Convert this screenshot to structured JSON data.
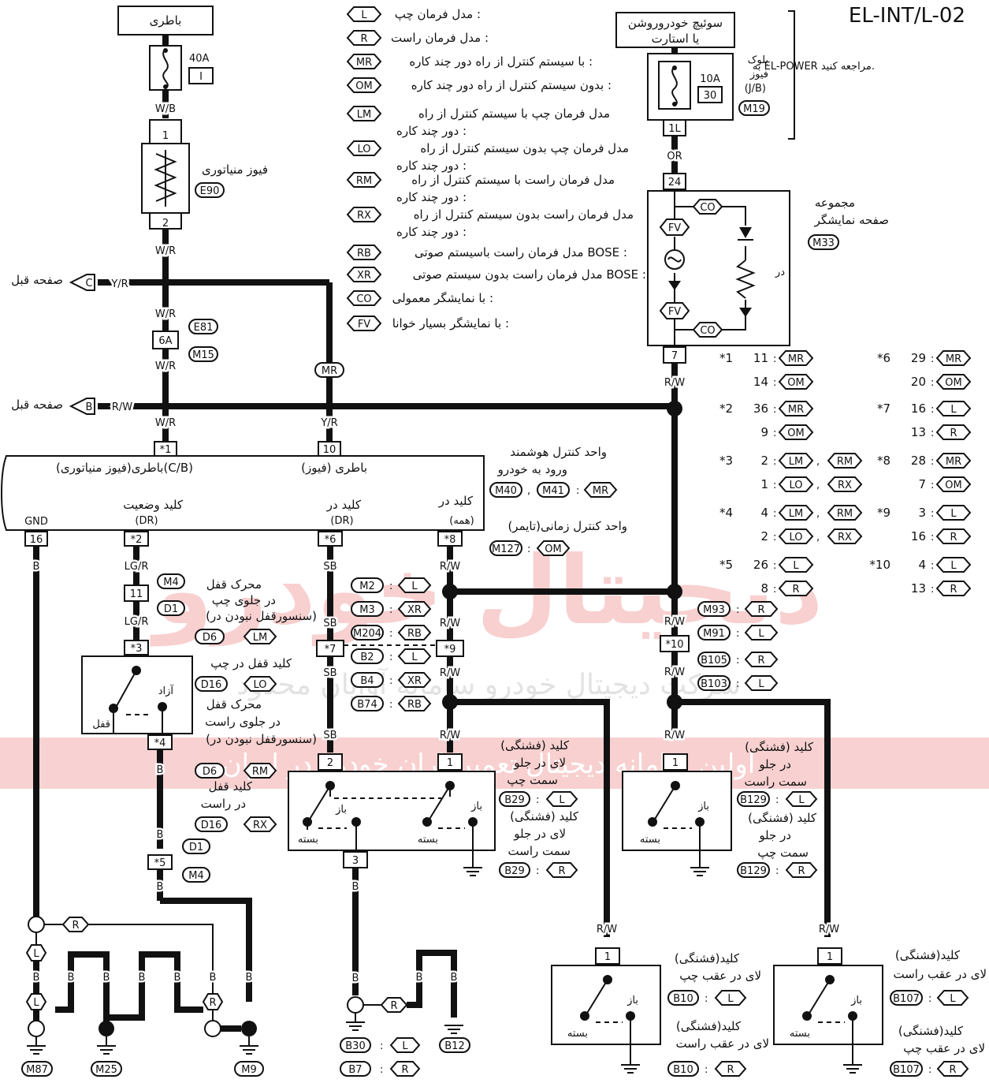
{
  "header": {
    "page_code": "EL-INT/L-02",
    "el_power_ref": "به EL-POWER مراجعه کنید."
  },
  "colors": {
    "wire": "#111111",
    "watermark": "#e03030",
    "watermark_gray": "#b0b0b0"
  },
  "watermark": {
    "line1": "دیجیتال خودرو",
    "line2": "شرکت دیجیتال خودرو سامانه آوایان محدود",
    "line3": "اولین سامانه دیجیتال تعمیرکاران خودرو در ایران"
  },
  "legend": [
    {
      "tag": "L",
      "text": "مدل فرمان چپ :"
    },
    {
      "tag": "R",
      "text": "مدل فرمان راست :"
    },
    {
      "tag": "MR",
      "text": "با سیستم کنترل از راه دور چند کاره :"
    },
    {
      "tag": "OM",
      "text": "بدون سیستم کنترل از راه دور چند کاره :"
    },
    {
      "tag": "LM",
      "text": "مدل فرمان چپ با سیستم کنترل از راه",
      "text2": "دور چند کاره :"
    },
    {
      "tag": "LO",
      "text": "مدل فرمان چپ بدون سیستم کنترل از راه",
      "text2": "دور چند کاره :"
    },
    {
      "tag": "RM",
      "text": "مدل فرمان راست با سیستم کنترل از راه",
      "text2": "دور چند کاره :"
    },
    {
      "tag": "RX",
      "text": "مدل فرمان راست بدون سیستم کنترل از راه",
      "text2": "دور چند کاره :"
    },
    {
      "tag": "RB",
      "text": "مدل فرمان راست باسیستم صوتی BOSE :"
    },
    {
      "tag": "XR",
      "text": "مدل فرمان راست بدون سیستم صوتی BOSE :"
    },
    {
      "tag": "CO",
      "text": "با نمایشگر معمولی :"
    },
    {
      "tag": "FV",
      "text": "با نمایشگر بسیار خوانا :"
    }
  ],
  "battery": {
    "label": "باطری",
    "fuse_amp": "40A",
    "fuse_no": "I",
    "wire": "W/B"
  },
  "fusible_link": {
    "label": "فیوز منیاتوری",
    "conn": "E90",
    "pin_top": "1",
    "pin_bottom": "2",
    "wire": "W/R"
  },
  "ignition": {
    "label1": "سوئیچ خودروروشن",
    "label2": "یا استارت",
    "block1": "بلوک",
    "block2": "فیوز",
    "block3": "(J/B)",
    "conn": "M19",
    "fuse_amp": "10A",
    "fuse_no": "30",
    "pin": "1L",
    "wire": "OR"
  },
  "combination_meter": {
    "label1": "مجموعه",
    "label2": "صفحه نمایشگر",
    "conn": "M33",
    "pin_top": "24",
    "pin_bottom": "7",
    "door": "در",
    "co": "CO",
    "fv": "FV",
    "wire": "R/W"
  },
  "prev_page": "صفحه قبل",
  "conn_c": "C",
  "conn_b": "B",
  "wires": {
    "YR": "Y/R",
    "WR": "W/R",
    "RW": "R/W",
    "LGR": "LG/R",
    "SB": "SB",
    "B": "B",
    "R": "R",
    "L": "L",
    "MR": "MR"
  },
  "fuse_6a": {
    "pin": "6A",
    "conn1": "E81",
    "conn2": "M15"
  },
  "star_table": [
    {
      "id": "*1",
      "rows": [
        {
          "n": "11",
          "tag": "MR"
        },
        {
          "n": "14",
          "tag": "OM"
        }
      ]
    },
    {
      "id": "*2",
      "rows": [
        {
          "n": "36",
          "tag": "MR"
        },
        {
          "n": "9",
          "tag": "OM"
        }
      ]
    },
    {
      "id": "*3",
      "rows": [
        {
          "n": "2",
          "tag": "LM",
          "tag2": "RM"
        },
        {
          "n": "1",
          "tag": "LO",
          "tag2": "RX"
        }
      ]
    },
    {
      "id": "*4",
      "rows": [
        {
          "n": "4",
          "tag": "LM",
          "tag2": "RM"
        },
        {
          "n": "2",
          "tag": "LO",
          "tag2": "RX"
        }
      ]
    },
    {
      "id": "*5",
      "rows": [
        {
          "n": "26",
          "tag": "L"
        },
        {
          "n": "8",
          "tag": "R"
        }
      ]
    },
    {
      "id": "*6",
      "rows": [
        {
          "n": "29",
          "tag": "MR"
        },
        {
          "n": "20",
          "tag": "OM"
        }
      ]
    },
    {
      "id": "*7",
      "rows": [
        {
          "n": "16",
          "tag": "L"
        },
        {
          "n": "13",
          "tag": "R"
        }
      ]
    },
    {
      "id": "*8",
      "rows": [
        {
          "n": "28",
          "tag": "MR"
        },
        {
          "n": "7",
          "tag": "OM"
        }
      ]
    },
    {
      "id": "*9",
      "rows": [
        {
          "n": "3",
          "tag": "L"
        },
        {
          "n": "16",
          "tag": "R"
        }
      ]
    },
    {
      "id": "*10",
      "rows": [
        {
          "n": "4",
          "tag": "L"
        },
        {
          "n": "13",
          "tag": "R"
        }
      ]
    }
  ],
  "control_unit": {
    "title1": "واحد کنترل هوشمند",
    "title2": "ورود به خودرو",
    "conn1": "M40",
    "conn2": "M41",
    "tag1": "MR",
    "timer": "واحد کنترل زمانی(تایمر)",
    "conn3": "M127",
    "tag3": "OM",
    "bat_cb": "باطری(فیوز منیاتوری)(C/B)",
    "bat_fuse": "باطری (فیوز)",
    "pin_star1": "*1",
    "pin_10": "10",
    "pin_16": "16",
    "pin_star2": "*2",
    "pin_star6": "*6",
    "pin_star8": "*8",
    "gnd": "GND",
    "lock_state": "کلید وضعیت",
    "dr1": "(DR)",
    "door_sw": "کلید در",
    "dr2": "(DR)",
    "door_all": "کلید در",
    "all": "(همه)"
  },
  "left_actuator": {
    "m4": "M4",
    "d1": "D1",
    "pin11": "11",
    "t1": "محرک قفل",
    "t2": "در جلوی چپ",
    "t3": "(سنسورقفل نبودن در)",
    "d6": "D6",
    "lm": "LM",
    "star3": "*3",
    "key1": "کلید قفل در چپ",
    "d16": "D16",
    "lo": "LO",
    "free": "آزاد",
    "lock": "قفل",
    "t4": "محرک قفل",
    "t5": "در جلوی راست",
    "t6": "(سنسورقفل نبودن در)",
    "star4": "*4",
    "d6b": "D6",
    "rm": "RM",
    "key2": "کلید قفل",
    "key3": "در راست",
    "d16b": "D16",
    "rx": "RX",
    "d1b": "D1",
    "star5": "*5",
    "m4b": "M4"
  },
  "mid_conns": [
    {
      "c": "M2",
      "t": "L"
    },
    {
      "c": "M3",
      "t": "XR"
    },
    {
      "c": "M204",
      "t": "RB"
    },
    {
      "c": "B2",
      "t": "L"
    },
    {
      "c": "B4",
      "t": "XR"
    },
    {
      "c": "B74",
      "t": "RB"
    }
  ],
  "star7": "*7",
  "star9": "*9",
  "star10": "*10",
  "right_conns": [
    {
      "c": "M93",
      "t": "R"
    },
    {
      "c": "M91",
      "t": "L"
    },
    {
      "c": "B105",
      "t": "R"
    },
    {
      "c": "B103",
      "t": "L"
    }
  ],
  "front_switch_box": {
    "pin2": "2",
    "pin1": "1",
    "pin3": "3",
    "open": "باز",
    "closed": "بسته"
  },
  "front_left_sw": {
    "t1": "کلید (فشنگی)",
    "t2": "لای در جلو",
    "t3": "سمت چپ",
    "conn": "B29",
    "tag": "L"
  },
  "front_right_sw": {
    "t1": "کلید (فشنگی)",
    "t2": "لای در جلو",
    "t3": "سمت راست",
    "conn": "B29",
    "tag": "R"
  },
  "fr_switch2": {
    "pin": "1",
    "t1": "کلید (فشنگی)",
    "t2": "در جلو",
    "t3": "سمت راست",
    "conn": "B129",
    "tag": "L",
    "t4": "کلید (فشنگی)",
    "t5": "در جلو",
    "t6": "سمت چپ",
    "conn2": "B129",
    "tag2": "R"
  },
  "rear_left": {
    "pin": "1",
    "t1": "کلید(فشنگی)",
    "t2": "لای در عقب چپ",
    "conn": "B10",
    "tag": "L",
    "t3": "کلید(فشنگی)",
    "t4": "لای در عقب راست",
    "conn2": "B10",
    "tag2": "R"
  },
  "rear_right": {
    "pin": "1",
    "t1": "کلید(فشنگی)",
    "t2": "لای در عقب راست",
    "conn": "B107",
    "tag": "L",
    "t3": "کلید(فشنگی)",
    "t4": "لای در عقب چپ",
    "conn2": "B107",
    "tag2": "R"
  },
  "grounds": {
    "g1": "M87",
    "g2": "M25",
    "g3": "M9",
    "g4": "B30",
    "g5": "B12",
    "g6": "B7",
    "tagL": "L",
    "tagR": "R"
  }
}
